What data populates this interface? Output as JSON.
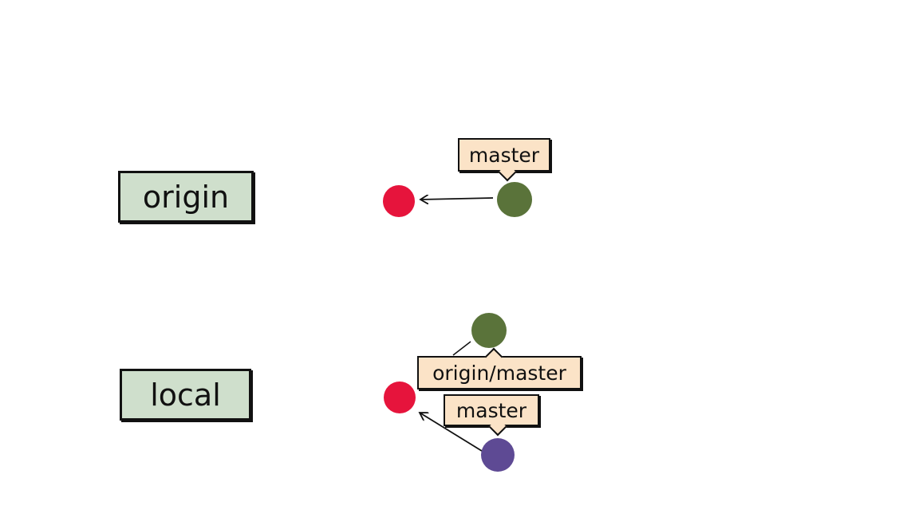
{
  "repos": {
    "origin": {
      "label": "origin"
    },
    "local": {
      "label": "local"
    }
  },
  "tags": {
    "origin_master": "master",
    "local_origin_master": "origin/master",
    "local_master": "master"
  },
  "colors": {
    "base_commit": "#e6143c",
    "remote_commit": "#5a733a",
    "local_commit": "#5e4a94",
    "repo_fill": "#cfdfcc",
    "tag_fill": "#fbe3c7"
  }
}
